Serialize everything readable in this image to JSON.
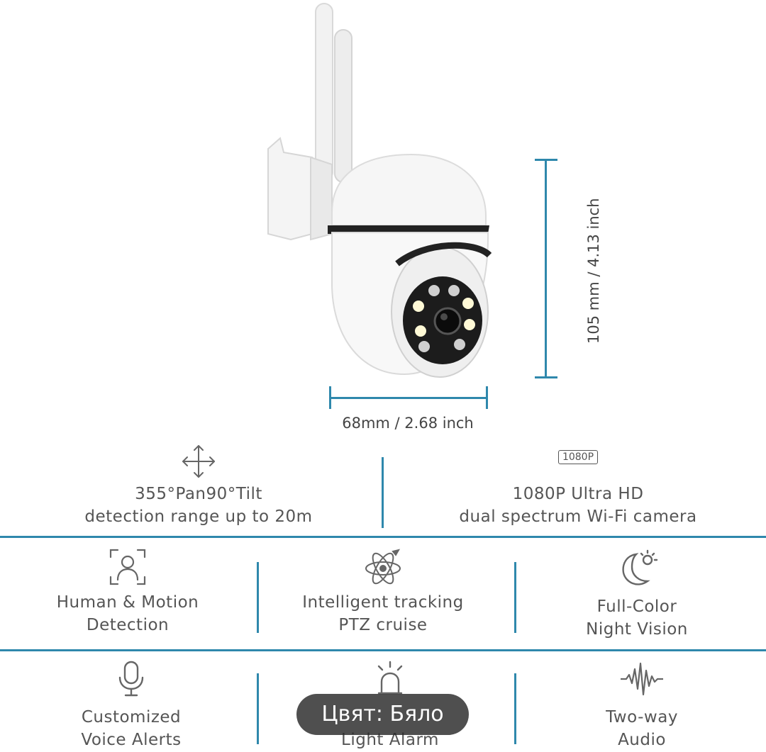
{
  "dimensions": {
    "width_text": "68mm / 2.68 inch",
    "height_text": "105 mm / 4.13 inch"
  },
  "top_features": [
    {
      "icon": "move-arrows-icon",
      "line1": "355°Pan90°Tilt",
      "line2": "detection range up to  20m"
    },
    {
      "icon": "1080p-badge-icon",
      "badge": "1080P",
      "line1": "1080P Ultra HD",
      "line2": "dual spectrum Wi-Fi camera"
    }
  ],
  "feature_row_1": [
    {
      "icon": "human-detection-icon",
      "line1": "Human & Motion",
      "line2": "Detection"
    },
    {
      "icon": "atom-tracking-icon",
      "line1": "Intelligent tracking",
      "line2": "PTZ cruise"
    },
    {
      "icon": "moon-night-icon",
      "line1": "Full-Color",
      "line2": "Night Vision"
    }
  ],
  "feature_row_2": [
    {
      "icon": "microphone-icon",
      "line1": "Customized",
      "line2": "Voice Alerts"
    },
    {
      "icon": "alarm-light-icon",
      "line1": "",
      "line2": "Light Alarm"
    },
    {
      "icon": "audio-wave-icon",
      "line1": "Two-way",
      "line2": "Audio"
    }
  ],
  "color_chip": {
    "label": "Цвят: Бяло"
  },
  "colors": {
    "accent": "#2f88ac",
    "text": "#555555"
  }
}
